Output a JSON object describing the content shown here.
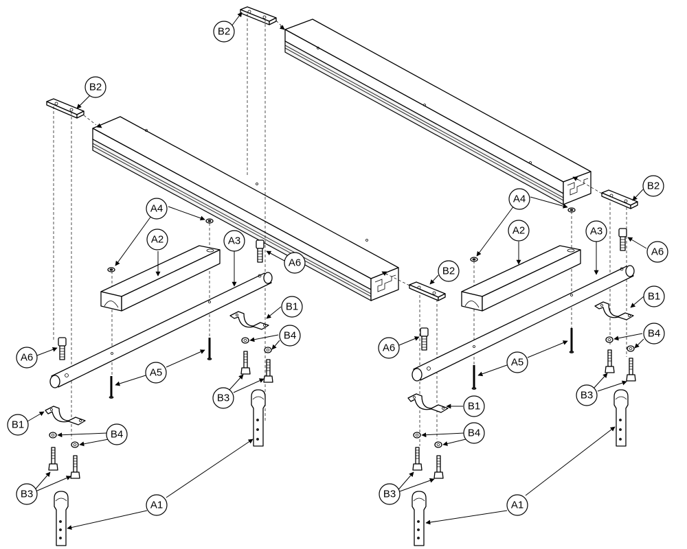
{
  "callouts": {
    "b2_top": "B2",
    "b2_left_top": "B2",
    "b2_right_mid": "B2",
    "b2_center": "B2",
    "a4_left": "A4",
    "a2_left": "A2",
    "a3_left": "A3",
    "a6_left_upper": "A6",
    "b1_left_upper": "B1",
    "b4_left_upper": "B4",
    "a6_left_lower": "A6",
    "a5_left": "A5",
    "b3_left_upper": "B3",
    "b1_left_lower": "B1",
    "b4_left_lower": "B4",
    "b3_left_lower": "B3",
    "a1_left": "A1",
    "a4_right": "A4",
    "a2_right": "A2",
    "a3_right": "A3",
    "a6_right_upper": "A6",
    "b1_right_upper": "B1",
    "b4_right_upper": "B4",
    "a6_right_lower": "A6",
    "a5_right": "A5",
    "b3_right_upper": "B3",
    "b1_right_lower": "B1",
    "b4_right_lower": "B4",
    "b3_right_lower": "B3",
    "a1_right": "A1"
  },
  "colors": {
    "line": "#000000",
    "background": "#ffffff"
  }
}
